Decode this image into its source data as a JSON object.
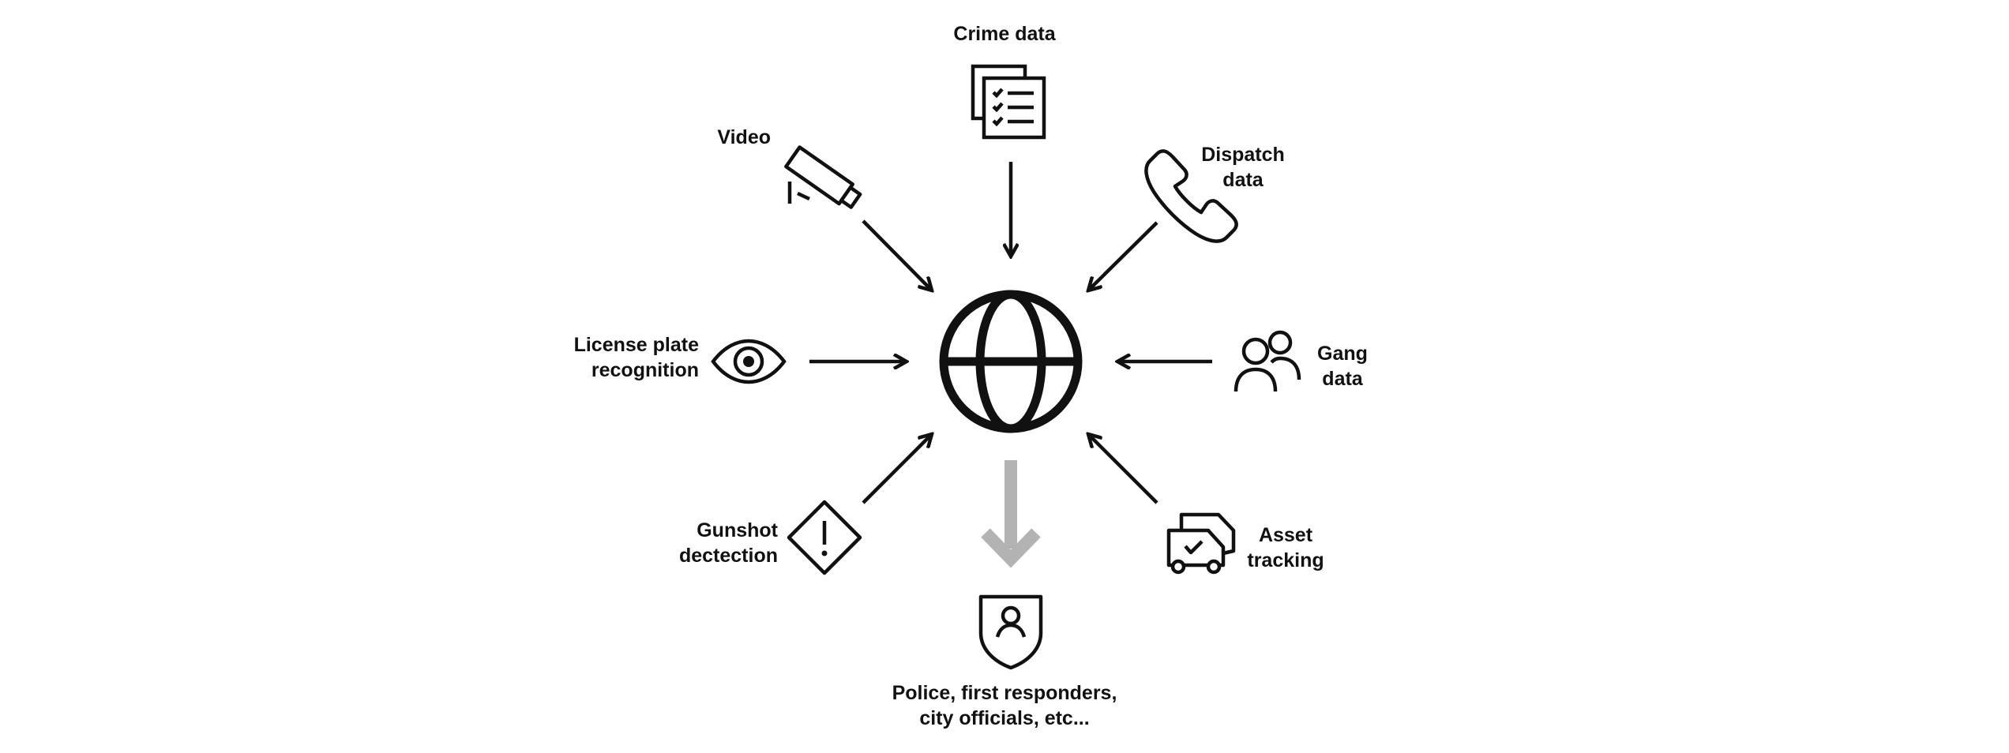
{
  "diagram": {
    "center": {
      "icon": "globe-icon"
    },
    "colors": {
      "ink": "#111111",
      "output_arrow": "#b3b3b3",
      "background": "#ffffff"
    },
    "sources": [
      {
        "id": "crime-data",
        "icon": "documents-checklist-icon",
        "lines": [
          "Crime data"
        ]
      },
      {
        "id": "dispatch-data",
        "icon": "phone-icon",
        "lines": [
          "Dispatch",
          "data"
        ]
      },
      {
        "id": "gang-data",
        "icon": "people-icon",
        "lines": [
          "Gang",
          "data"
        ]
      },
      {
        "id": "asset-tracking",
        "icon": "vans-check-icon",
        "lines": [
          "Asset",
          "tracking"
        ]
      },
      {
        "id": "gunshot-detection",
        "icon": "warning-diamond-icon",
        "lines": [
          "Gunshot",
          "dectection"
        ]
      },
      {
        "id": "license-plate-recognition",
        "icon": "eye-icon",
        "lines": [
          "License plate",
          "recognition"
        ]
      },
      {
        "id": "video",
        "icon": "security-camera-icon",
        "lines": [
          "Video"
        ]
      }
    ],
    "output": {
      "icon": "police-shield-icon",
      "lines": [
        "Police, first responders,",
        "city officials, etc..."
      ]
    }
  }
}
